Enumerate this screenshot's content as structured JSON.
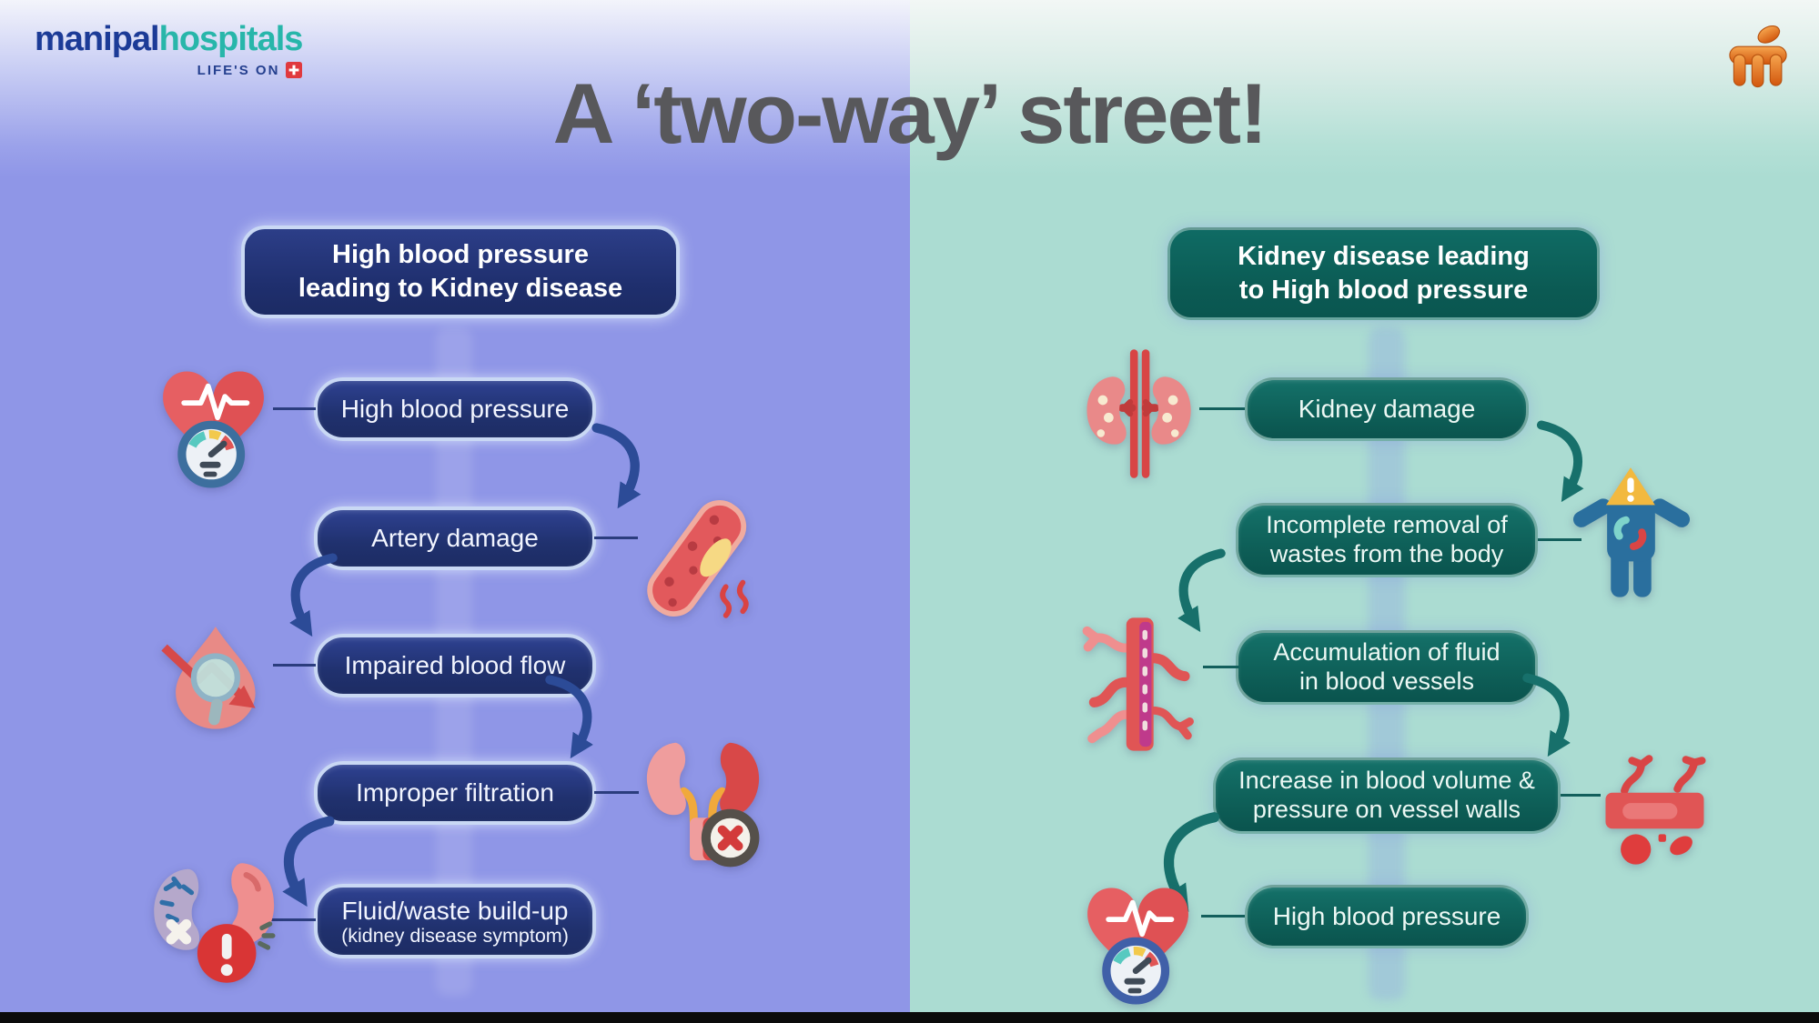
{
  "brand": {
    "logo_text_primary": "manipal",
    "logo_text_secondary": "hospitals",
    "tagline": "LIFE'S ON",
    "logo_icons": [
      "red-cross-icon",
      "manipal-figure-icon"
    ],
    "colors": {
      "logo_blue": "#1c3b97",
      "logo_teal": "#28b6aa",
      "cross_red": "#e0393e",
      "figure_orange": "#e2691c"
    }
  },
  "title": {
    "text": "A ‘two-way’ street!",
    "color": "#58585b"
  },
  "left_flow": {
    "header_line1": "High blood pressure",
    "header_line2": "leading to Kidney disease",
    "box_color": "#20316e",
    "background_color": "#8f96e7",
    "arrow_color": "#2c4b97",
    "steps": [
      {
        "label": "High blood pressure",
        "icon": "heart-blood-pressure-icon",
        "icon_side": "left"
      },
      {
        "label": "Artery damage",
        "icon": "damaged-artery-icon",
        "icon_side": "right"
      },
      {
        "label": "Impaired blood flow",
        "icon": "blood-drop-decline-icon",
        "icon_side": "left"
      },
      {
        "label": "Improper filtration",
        "icon": "kidneys-failure-icon",
        "icon_side": "right"
      },
      {
        "label": "Fluid/waste build-up",
        "sublabel": "(kidney disease symptom)",
        "icon": "diseased-kidney-alert-icon",
        "icon_side": "left"
      }
    ]
  },
  "right_flow": {
    "header_line1": "Kidney disease leading",
    "header_line2": "to High blood pressure",
    "box_color": "#0d5c55",
    "background_color": "#abdcd2",
    "arrow_color": "#17706b",
    "steps": [
      {
        "label": "Kidney damage",
        "icon": "kidneys-vessels-icon",
        "icon_side": "left"
      },
      {
        "line1": "Incomplete removal of",
        "line2": "wastes from the body",
        "icon": "body-warning-icon",
        "icon_side": "right"
      },
      {
        "line1": "Accumulation of fluid",
        "line2": "in blood vessels",
        "icon": "blood-vessels-icon",
        "icon_side": "left"
      },
      {
        "line1": "Increase in blood volume &",
        "line2": "pressure on vessel walls",
        "icon": "vessel-pressure-icon",
        "icon_side": "right"
      },
      {
        "label": "High blood pressure",
        "icon": "heart-blood-pressure-icon",
        "icon_side": "left"
      }
    ]
  }
}
